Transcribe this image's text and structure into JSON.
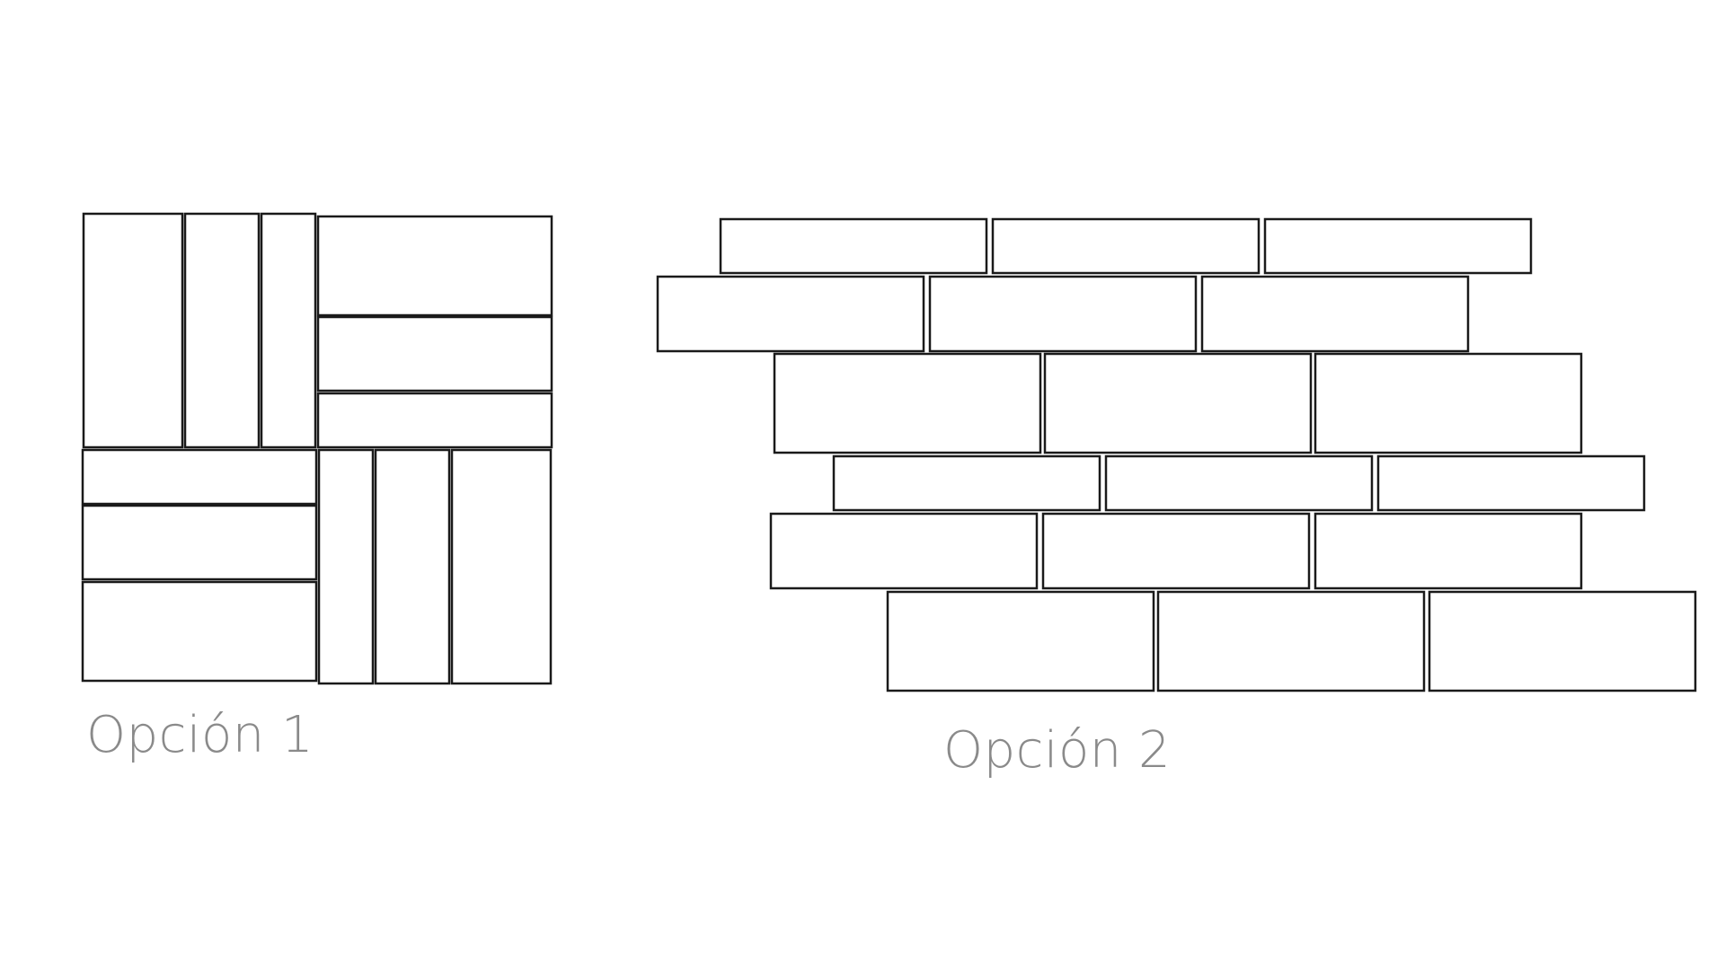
{
  "options": [
    {
      "label": "Opción 1",
      "pattern": "basketweave",
      "tile_count": 12
    },
    {
      "label": "Opción 2",
      "pattern": "staggered brick rows",
      "tile_count": 18
    }
  ],
  "colors": {
    "background": "#ffffff",
    "tile_fill": "#ffffff",
    "tile_stroke": "#1a1a1a",
    "caption": "#8a8a8a"
  }
}
